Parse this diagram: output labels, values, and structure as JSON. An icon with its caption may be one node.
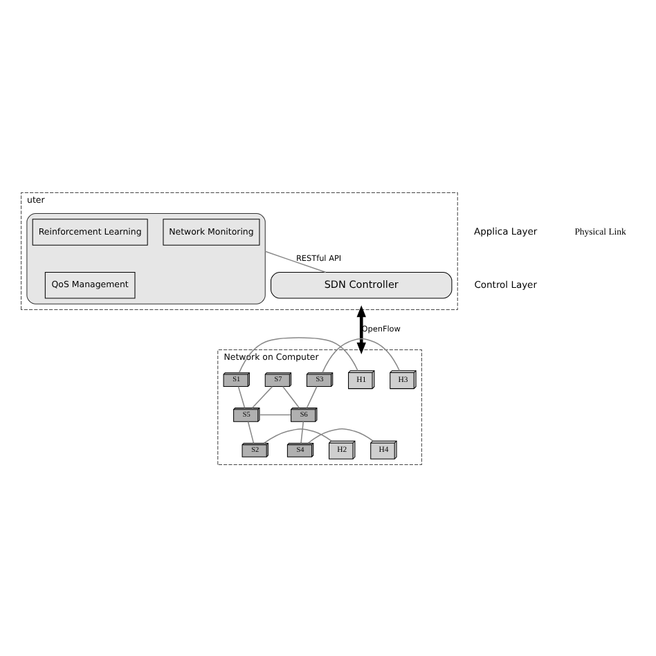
{
  "diagram": {
    "nodes": [
      {
        "text": [
          "uter"
        ]
      },
      {
        "text": [],
        "shape": "box",
        "in": 0
      },
      {
        "text": [
          "Reinforcement Learning"
        ],
        "in": 1
      },
      {
        "text": [
          "QoS Management"
        ],
        "in": 1
      },
      {
        "text": [
          "Network Monitoring"
        ],
        "in": 1
      },
      {
        "text": [
          "SDN Controller"
        ],
        "in": 0
      },
      {
        "text": [
          "Network on Computer"
        ]
      },
      {
        "text": [
          "H1"
        ],
        "in": 6
      },
      {
        "text": [
          "S1"
        ],
        "in": 6
      },
      {
        "text": [
          "H2"
        ],
        "in": 6
      },
      {
        "text": [
          "S2"
        ],
        "in": 6
      },
      {
        "text": [
          "S7"
        ],
        "in": 6
      },
      {
        "text": [
          "S5"
        ],
        "in": 6
      },
      {
        "text": [
          "S6"
        ],
        "in": 6
      },
      {
        "text": [
          "S3"
        ],
        "in": 6
      },
      {
        "text": [
          "H3"
        ],
        "in": 6
      },
      {
        "text": [
          "S4"
        ],
        "in": 6
      },
      {
        "text": [
          "H4"
        ],
        "in": 6
      }
    ],
    "edges": [
      {
        "from": 1,
        "to": 5,
        "arrow": "none",
        "label": "RESTful API"
      },
      {
        "from": 0,
        "to": 6,
        "arrow": "both",
        "label": "OpenFlow",
        "style": "thick",
        "color": "#000000"
      },
      {
        "from": 7,
        "to": 8,
        "arrow": "none"
      },
      {
        "from": 8,
        "to": 12,
        "arrow": "none"
      },
      {
        "from": 9,
        "to": 10,
        "arrow": "none"
      },
      {
        "from": 10,
        "to": 12,
        "arrow": "none"
      },
      {
        "from": 12,
        "to": 11,
        "arrow": "none"
      },
      {
        "from": 11,
        "to": 13,
        "arrow": "none"
      },
      {
        "from": 12,
        "to": 13,
        "arrow": "none"
      },
      {
        "from": 13,
        "to": 14,
        "arrow": "none"
      },
      {
        "from": 14,
        "to": 15,
        "arrow": "none"
      },
      {
        "from": 13,
        "to": 16,
        "arrow": "none"
      },
      {
        "from": 16,
        "to": 17,
        "arrow": "none"
      }
    ],
    "labels": [
      "Applica Layer",
      "Control Layer",
      "Physical Link"
    ]
  }
}
